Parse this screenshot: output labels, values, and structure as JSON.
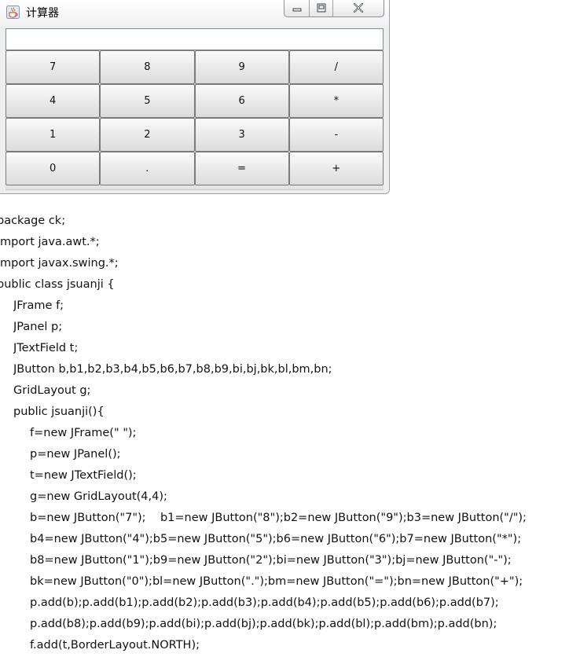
{
  "window": {
    "title": "计算器",
    "display_value": ""
  },
  "keypad": [
    [
      "7",
      "8",
      "9",
      "/"
    ],
    [
      "4",
      "5",
      "6",
      "*"
    ],
    [
      "1",
      "2",
      "3",
      "-"
    ],
    [
      "0",
      ".",
      "=",
      "+"
    ]
  ],
  "code_lines": [
    "package ck;",
    "import java.awt.*;",
    "import javax.swing.*;",
    "public class jsuanji {",
    "JFrame f;",
    "JPanel p;",
    "JTextField t;",
    "JButton b,b1,b2,b3,b4,b5,b6,b7,b8,b9,bi,bj,bk,bl,bm,bn;",
    "GridLayout g;",
    "public jsuanji(){",
    "f=new JFrame(\" \");",
    "p=new JPanel();",
    "t=new JTextField();",
    "g=new GridLayout(4,4);",
    "b=new JButton(\"7\");    b1=new JButton(\"8\");b2=new JButton(\"9\");b3=new JButton(\"/\");",
    "b4=new JButton(\"4\");b5=new JButton(\"5\");b6=new JButton(\"6\");b7=new JButton(\"*\");",
    "b8=new JButton(\"1\");b9=new JButton(\"2\");bi=new JButton(\"3\");bj=new JButton(\"-\");",
    "bk=new JButton(\"0\");bl=new JButton(\".\");bm=new JButton(\"=\");bn=new JButton(\"+\");",
    "p.add(b);p.add(b1);p.add(b2);p.add(b3);p.add(b4);p.add(b5);p.add(b6);p.add(b7);",
    "p.add(b8);p.add(b9);p.add(bi);p.add(bj);p.add(bk);p.add(bl);p.add(bm);p.add(bn);",
    "f.add(t,BorderLayout.NORTH);"
  ]
}
